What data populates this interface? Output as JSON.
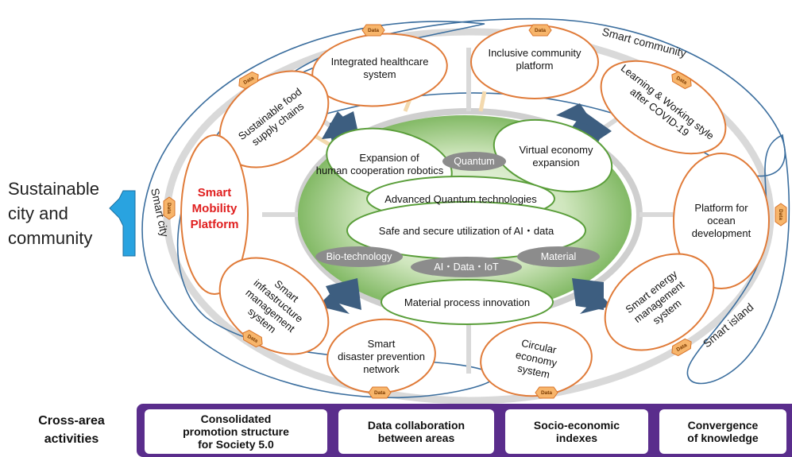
{
  "left_title_lines": [
    "Sustainable",
    "city and",
    "community"
  ],
  "rings": {
    "smart_community": "Smart community",
    "smart_city": "Smart city",
    "smart_island": "Smart island"
  },
  "platforms": {
    "healthcare": [
      "Integrated healthcare",
      "system"
    ],
    "community": [
      "Inclusive community",
      "platform"
    ],
    "learning": [
      "Learning & Working style",
      "after COVID-19"
    ],
    "food": [
      "Sustainable food",
      "supply chains"
    ],
    "mobility": [
      "Smart",
      "Mobility",
      "Platform"
    ],
    "ocean": [
      "Platform for",
      "ocean",
      "development"
    ],
    "infrastructure": [
      "Smart",
      "infrastructure",
      "management",
      "system"
    ],
    "disaster": [
      "Smart",
      "disaster prevention",
      "network"
    ],
    "circular": [
      "Circular",
      "economy",
      "system"
    ],
    "energy": [
      "Smart energy",
      "management",
      "system"
    ]
  },
  "core": {
    "robotics": [
      "Expansion of",
      "human cooperation robotics"
    ],
    "virtual": [
      "Virtual economy",
      "expansion"
    ],
    "quantum_tech": "Advanced Quantum technologies",
    "ai_data": "Safe and secure utilization of AI・data",
    "material_process": "Material process innovation"
  },
  "technologies": {
    "quantum": "Quantum",
    "biotech": "Bio-technology",
    "ai_data_iot": "AI・Data・IoT",
    "material": "Material"
  },
  "data_tag_label": "Data",
  "cross_area": {
    "label_lines": [
      "Cross-area",
      "activities"
    ],
    "items": [
      [
        "Consolidated",
        "promotion structure",
        "for Society 5.0"
      ],
      [
        "Data collaboration",
        "between areas"
      ],
      [
        "Socio-economic",
        "indexes"
      ],
      [
        "Convergence",
        "of knowledge"
      ]
    ]
  },
  "colors": {
    "orange": "#e07b39",
    "green": "#6aa84f",
    "blue_arrow": "#3d5e80",
    "purple": "#5a2d8c",
    "cyan_arrow": "#29a3e0",
    "grey_pill": "#8c8c8c",
    "ring_blue": "#3b6e9e",
    "mobility_red": "#e01f1f"
  }
}
